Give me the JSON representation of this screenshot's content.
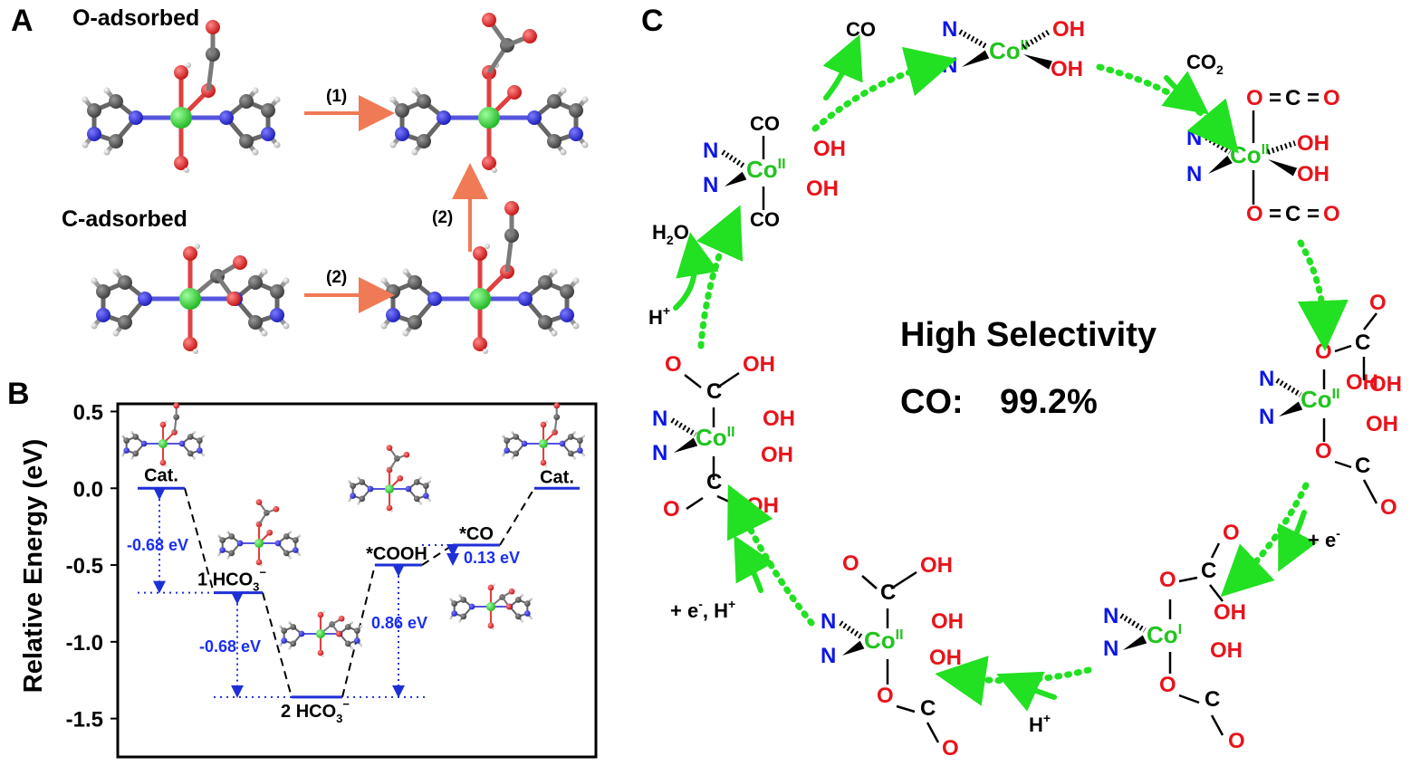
{
  "panels": {
    "a": "A",
    "b": "B",
    "c": "C"
  },
  "panel_a": {
    "o_adsorbed": "O-adsorbed",
    "c_adsorbed": "C-adsorbed",
    "step1": "(1)",
    "step2_h": "(2)",
    "step2_v": "(2)"
  },
  "chart_data": {
    "type": "energy-level-diagram",
    "ylabel": "Relative Energy (eV)",
    "ylim": [
      -1.75,
      0.55
    ],
    "yticks": [
      "0.5",
      "0.0",
      "-0.5",
      "-1.0",
      "-1.5"
    ],
    "levels": [
      {
        "label": "Cat.",
        "energy": 0.0
      },
      {
        "label": "1 HCO",
        "sub": "3",
        "sup": "−",
        "energy": -0.68
      },
      {
        "label": "2 HCO",
        "sub": "3",
        "sup": "−",
        "energy": -1.36
      },
      {
        "label": "*COOH",
        "energy": -0.5
      },
      {
        "label": "*CO",
        "energy": -0.37
      },
      {
        "label": "Cat.",
        "energy": 0.0
      }
    ],
    "annotations": [
      "-0.68 eV",
      "-0.68 eV",
      "0.86 eV",
      "0.13 eV"
    ],
    "colors": {
      "level": "#1f2fd6",
      "annotation": "#1f2fd6",
      "connector": "#000000"
    }
  },
  "panel_c": {
    "center_title": "High Selectivity",
    "center_co": "CO:",
    "center_value": "99.2%",
    "atoms": {
      "N": "N",
      "Co": "Co",
      "OH": "OH",
      "O": "O",
      "C": "C",
      "CO": "CO",
      "H": "H"
    },
    "ox": {
      "two": "II",
      "one": "I"
    },
    "reagents": {
      "co_out": "CO",
      "co2_in": "CO",
      "co2_sub": "2",
      "e_minus": "+ e",
      "minus": "-",
      "h_plus": "H",
      "plus": "+",
      "e_h": "+ e",
      "e_h_tail": ", H",
      "h2o": "H",
      "h2o_sub": "2",
      "h2o_tail": "O"
    },
    "colors": {
      "arrow": "#22e022",
      "oxygen": "#e8141b",
      "nitrogen": "#0c16e8",
      "cobalt": "#22c41f"
    }
  }
}
